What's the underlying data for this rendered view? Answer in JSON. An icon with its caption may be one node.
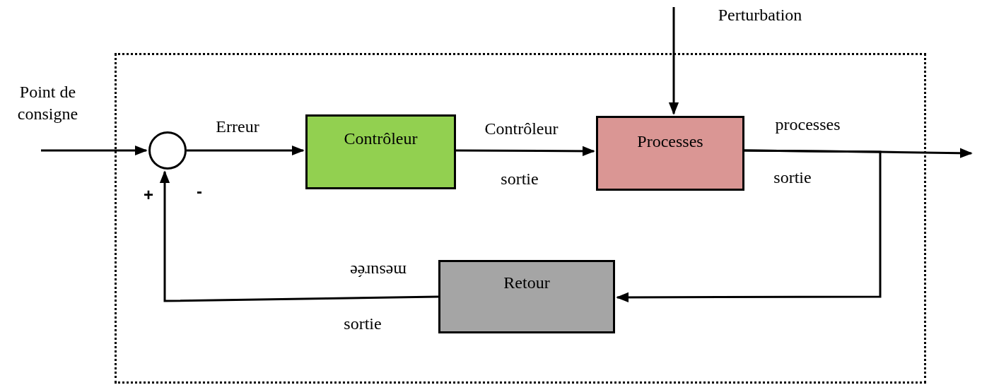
{
  "diagram": {
    "nodes": [
      {
        "text": [],
        "shape": "box"
      },
      {
        "text": [],
        "shape": "circle",
        "in": 0
      },
      {
        "text": [
          "Contrôleur"
        ],
        "in": 0
      },
      {
        "text": [
          "Processes"
        ],
        "in": 0
      },
      {
        "text": [
          "Retour"
        ],
        "in": 0
      }
    ],
    "edges": [
      {
        "from": null,
        "to": 1,
        "arrow": "to"
      },
      {
        "from": 1,
        "to": 2,
        "arrow": "to"
      },
      {
        "from": 2,
        "to": 3,
        "arrow": "to"
      },
      {
        "from": null,
        "to": 3,
        "arrow": "to"
      },
      {
        "from": 3,
        "to": null,
        "arrow": "to"
      },
      {
        "from": 3,
        "to": 4,
        "arrow": "to"
      },
      {
        "from": 4,
        "to": 1,
        "arrow": "to"
      }
    ],
    "labels": [
      "Perturbation",
      "Point de consigne",
      "Erreur",
      "Contrôleur",
      "processes",
      "+",
      "-",
      "sortie",
      "sortie",
      "mesurée",
      "sortie"
    ]
  }
}
